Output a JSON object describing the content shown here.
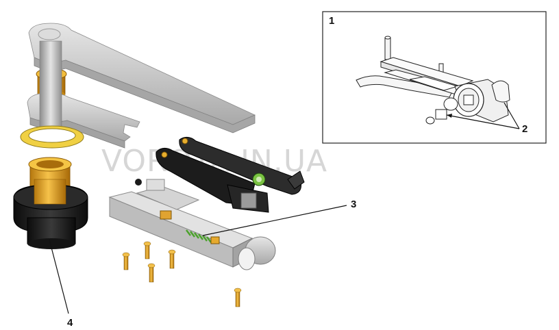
{
  "callouts": {
    "inset": "1",
    "fasteners": "2",
    "spring": "3",
    "bushing": "4"
  },
  "watermark": "VOROTA.IN.UA",
  "colors": {
    "gold": "#e3a52a",
    "steel": "#c7c7c7",
    "black": "#1e1e1e",
    "green": "#6fbf3a",
    "yellow_ring": "#f2d24a"
  }
}
